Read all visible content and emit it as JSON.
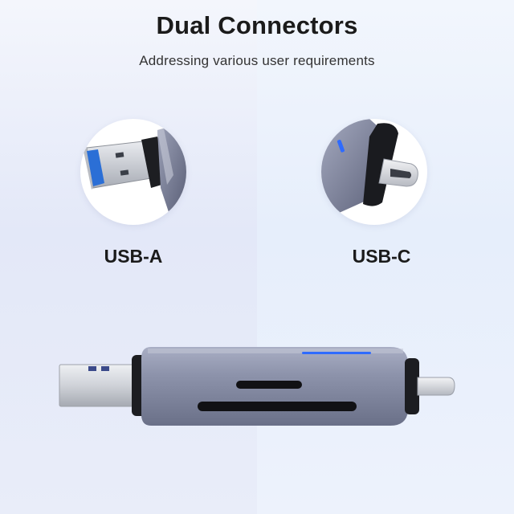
{
  "header": {
    "title": "Dual Connectors",
    "subtitle": "Addressing various user requirements"
  },
  "connectors": [
    {
      "label": "USB-A",
      "icon": "usb-a-connector-icon"
    },
    {
      "label": "USB-C",
      "icon": "usb-c-connector-icon"
    }
  ],
  "product": {
    "icon": "card-reader-device-image"
  },
  "colors": {
    "indicator": "#2f6bff",
    "housing": "#8a90a8",
    "background_left": "#e3e8f8",
    "background_right": "#e6eefb"
  }
}
